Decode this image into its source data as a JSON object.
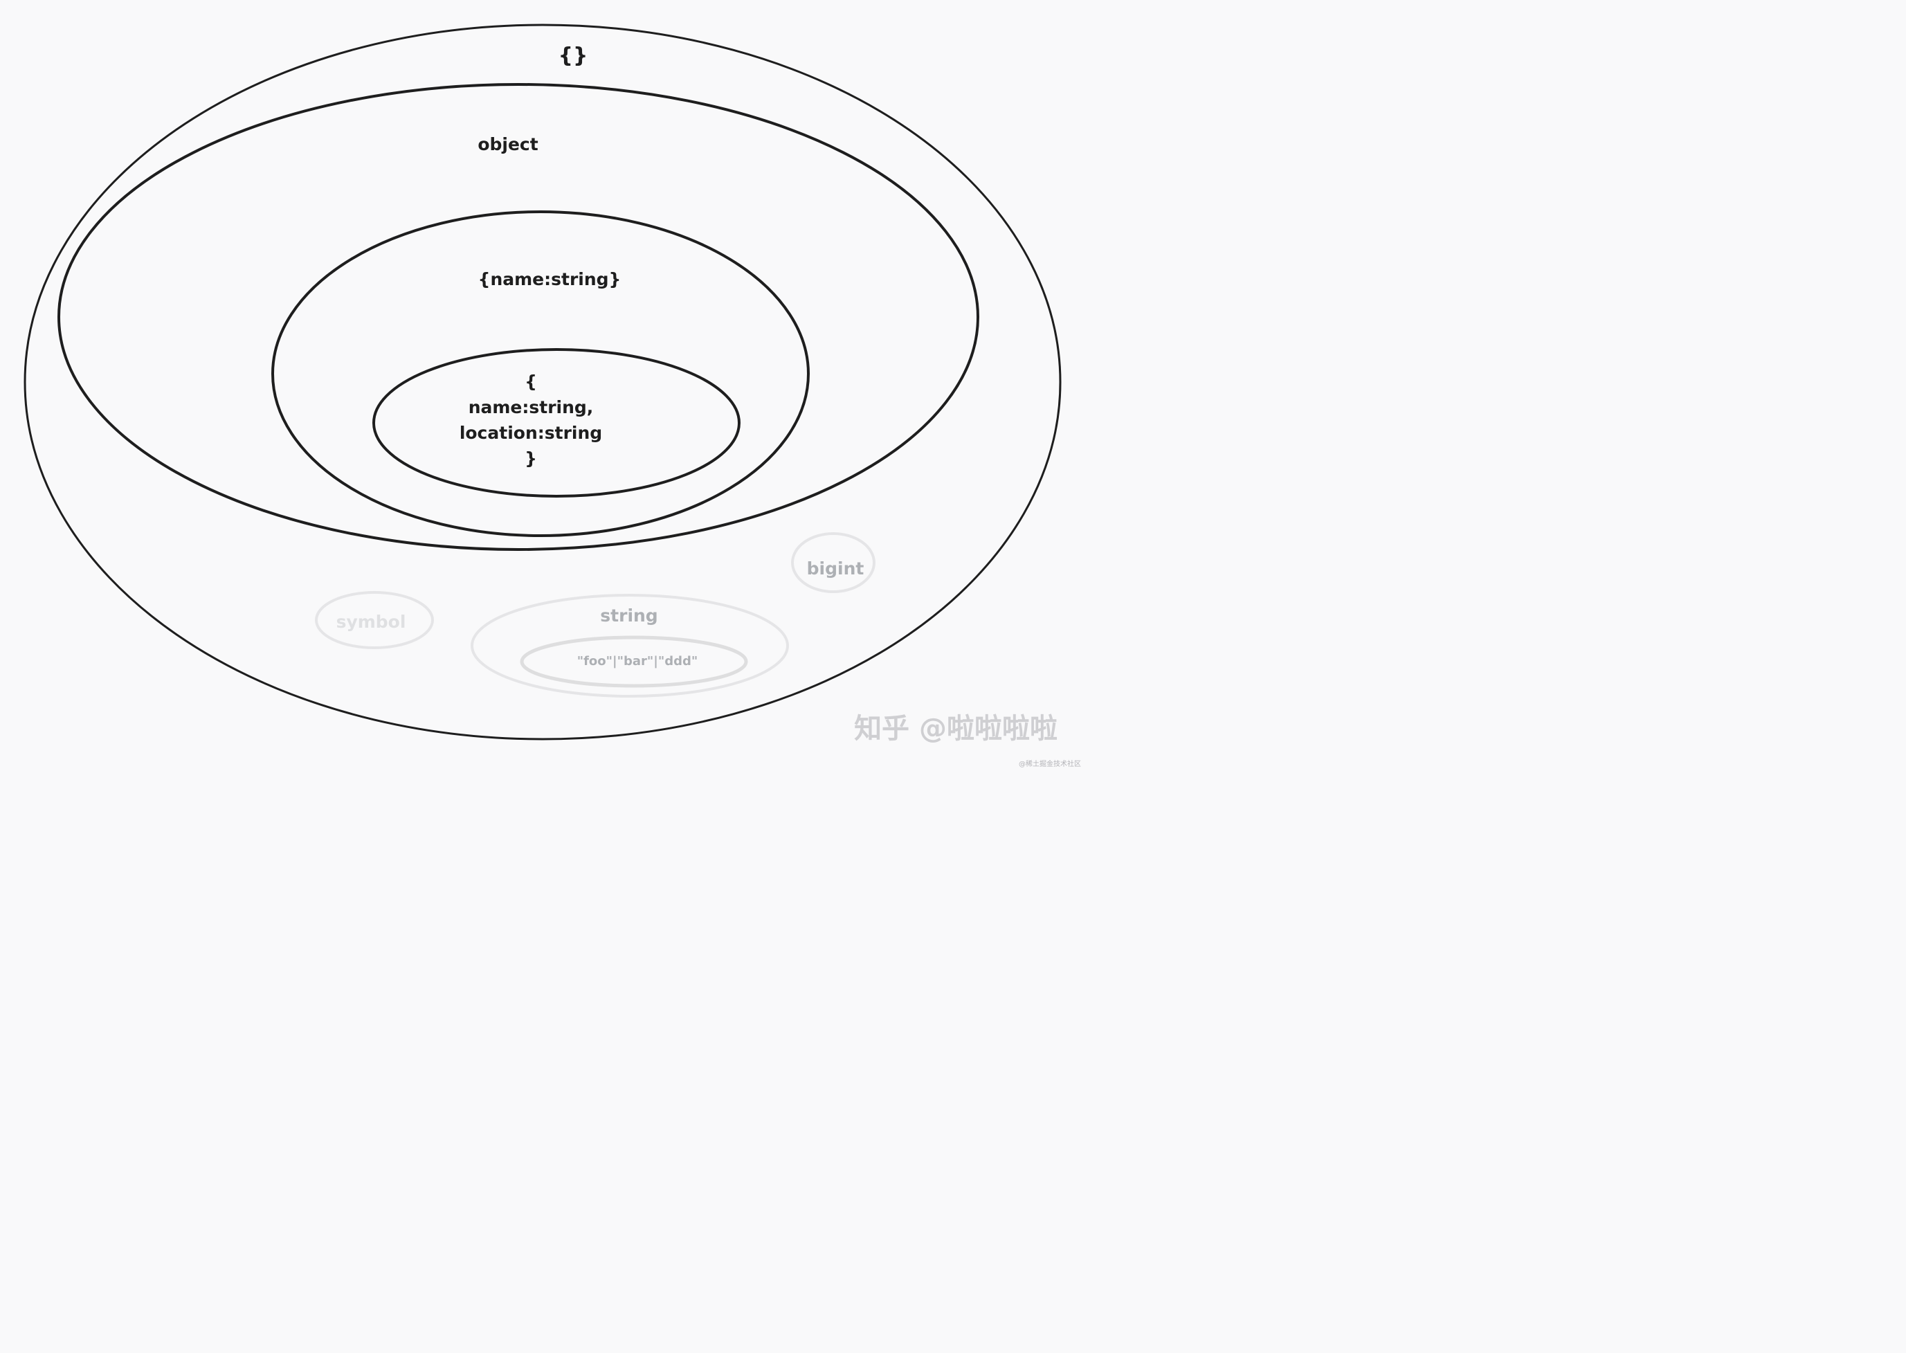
{
  "labels": {
    "empty_object": "{}",
    "object": "object",
    "name_only": "{name:string}",
    "name_location": [
      "{",
      "name:string,",
      "location:string",
      "}"
    ],
    "bigint": "bigint",
    "symbol": "symbol",
    "string": "string",
    "literal_union": "\"foo\"|\"bar\"|\"ddd\""
  },
  "watermark": {
    "main": "知乎 @啦啦啦啦",
    "source": "@稀土掘金技术社区"
  }
}
